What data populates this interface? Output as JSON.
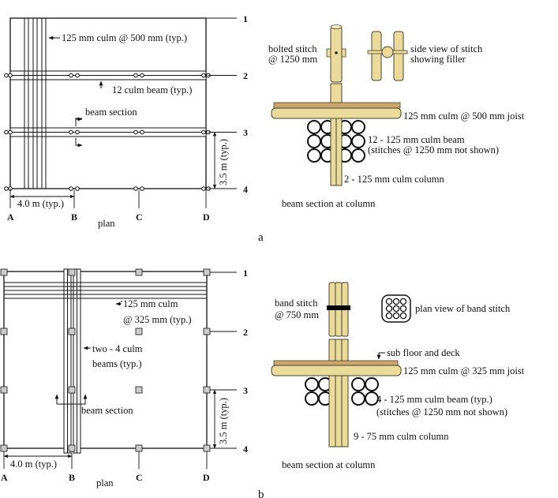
{
  "colors": {
    "bamboo": "#eadb9a",
    "bamboo_stroke": "#4a4030",
    "deck": "#c9a66b",
    "line": "#111111",
    "band": "#000000"
  },
  "panel_a": {
    "label": "a",
    "plan": {
      "caption": "plan",
      "grid_cols": [
        "A",
        "B",
        "C",
        "D"
      ],
      "grid_rows": [
        "1",
        "2",
        "3",
        "4"
      ],
      "callout_joist": "125 mm culm @ 500 mm (typ.)",
      "callout_beam": "12 culm beam (typ.)",
      "callout_section": "beam section",
      "dim_x": "4.0 m (typ.)",
      "dim_y": "3.5 m (typ.)"
    },
    "section": {
      "caption": "beam section at column",
      "bolted_1": "bolted stitch",
      "bolted_2": "@ 1250 mm",
      "side_1": "side view of stitch",
      "side_2": "showing filler",
      "joist": "125 mm culm @ 500 mm joist",
      "beam_1": "12 - 125 mm culm beam",
      "beam_2": "(stitches @ 1250 mm not shown)",
      "column": "2 - 125 mm culm column"
    }
  },
  "panel_b": {
    "label": "b",
    "plan": {
      "caption": "plan",
      "grid_cols": [
        "A",
        "B",
        "C",
        "D"
      ],
      "grid_rows": [
        "1",
        "2",
        "3",
        "4"
      ],
      "callout_joist_1": "125 mm culm",
      "callout_joist_2": "@ 325 mm (typ.)",
      "callout_beam_1": "two - 4 culm",
      "callout_beam_2": "beams (typ.)",
      "callout_section": "beam section",
      "dim_x": "4.0 m (typ.)",
      "dim_y": "3.5 m (typ.)"
    },
    "section": {
      "caption": "beam section at column",
      "band_1": "band stitch",
      "band_2": "@ 750 mm",
      "band_plan": "plan view of band stitch",
      "subfloor": "sub floor and deck",
      "joist": "125 mm culm @ 325 mm joist",
      "beam_1": "4 - 125 mm culm beam (typ.)",
      "beam_2": "(stitches @ 1250 mm not shown)",
      "column": "9 - 75 mm culm column"
    }
  }
}
